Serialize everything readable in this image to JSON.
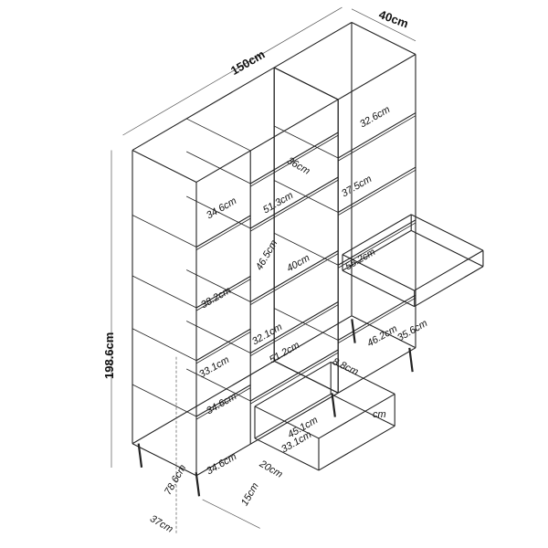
{
  "dimensions": {
    "total_width": "150cm",
    "depth": "40cm",
    "total_height": "198.6cm",
    "right_top_shelf": "32.6cm",
    "middle_top_height": "36cm",
    "middle_top_width": "51.3cm",
    "right_second_shelf": "37.5cm",
    "left_top_shelf": "34.6cm",
    "middle_open_height": "46.5cm",
    "middle_open_depth": "40cm",
    "right_shelf_width": "56.2cm",
    "left_second_shelf": "38.2cm",
    "middle_lower_height": "32.1cm",
    "upper_drawer_width": "46.2cm",
    "upper_drawer_depth": "35.6cm",
    "middle_lower_width": "51.2cm",
    "left_third_shelf": "33.1cm",
    "upper_drawer_height": "8.8cm",
    "left_fourth_shelf": "34.6cm",
    "lower_drawer_width": "45.1cm",
    "lower_drawer_depth": "33.1cm",
    "lower_drawer_height": "20cm",
    "left_bottom_shelf": "34.6cm",
    "lower_section_height": "78.6cm",
    "leg_height": "15cm",
    "side_depth": "37cm",
    "hidden_label": "cm"
  },
  "colors": {
    "line": "#222222",
    "dim": "#555555"
  }
}
